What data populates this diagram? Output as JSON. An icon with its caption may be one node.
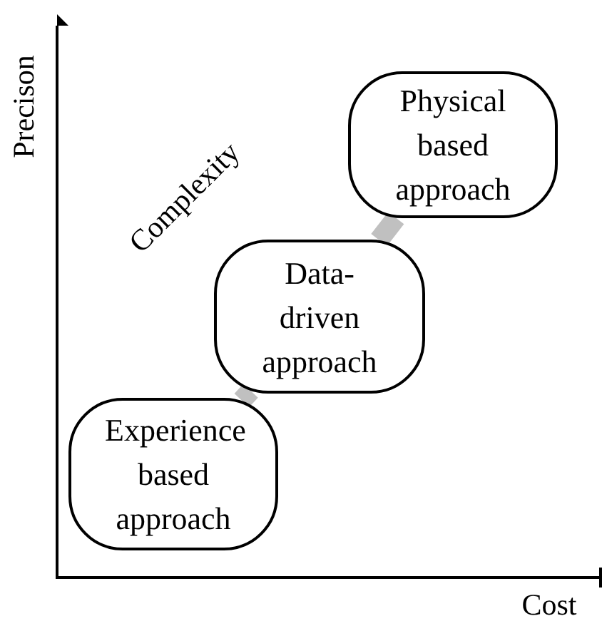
{
  "diagram": {
    "nodes": [
      {
        "text": [
          "Experience based approach"
        ]
      },
      {
        "text": [
          "Data-driven approach"
        ]
      },
      {
        "text": [
          "Physical based approach"
        ]
      }
    ],
    "edges": [
      {
        "from": 0,
        "to": 1,
        "arrow": "none"
      },
      {
        "from": 1,
        "to": 2,
        "arrow": "none"
      }
    ],
    "labels": [
      "Precison",
      "Complexity",
      "Cost"
    ]
  }
}
